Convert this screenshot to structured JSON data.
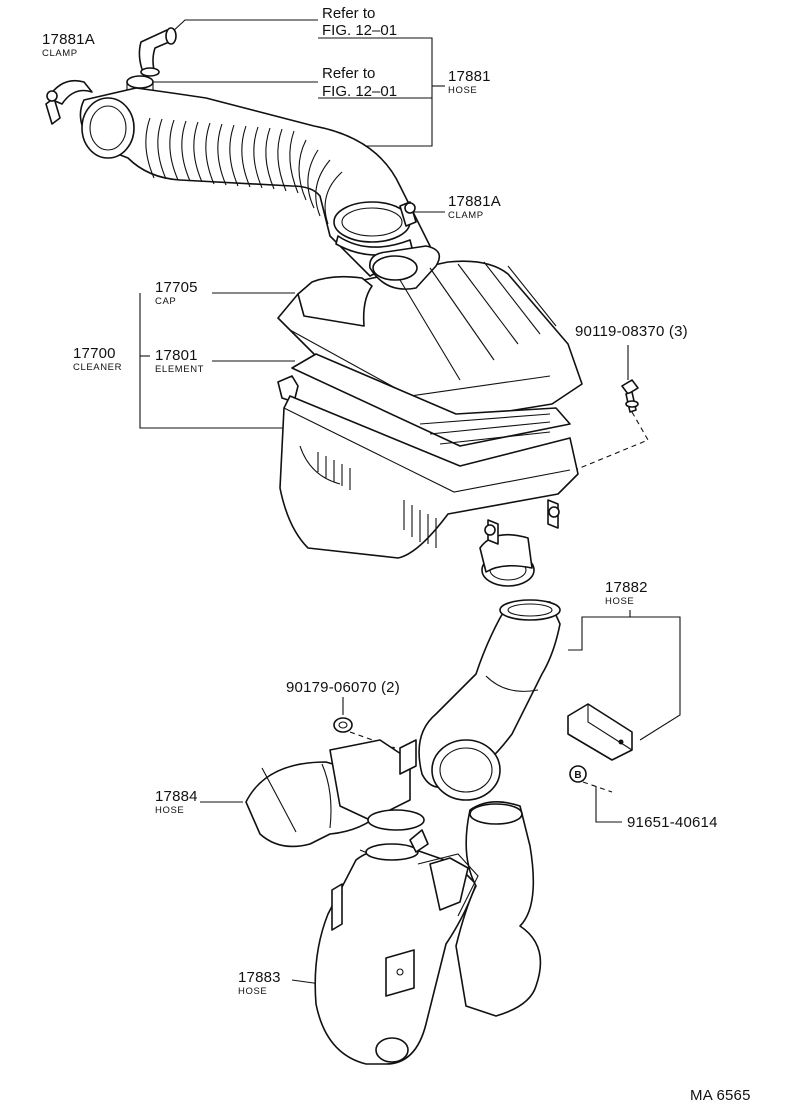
{
  "parts": {
    "clamp_left": {
      "number": "17881A",
      "name": "CLAMP"
    },
    "hose_17881": {
      "number": "17881",
      "name": "HOSE",
      "refs": [
        "Refer to FIG. 12-01",
        "Refer to FIG. 12-01"
      ],
      "ref_lines": [
        [
          "Refer to",
          "FIG. 12–01"
        ],
        [
          "Refer to",
          "FIG. 12–01"
        ]
      ]
    },
    "clamp_right": {
      "number": "17881A",
      "name": "CLAMP"
    },
    "cap": {
      "number": "17705",
      "name": "CAP"
    },
    "cleaner": {
      "number": "17700",
      "name": "CLEANER"
    },
    "element": {
      "number": "17801",
      "name": "ELEMENT"
    },
    "bolt": {
      "number": "90119-08370 (3)"
    },
    "hose_17882": {
      "number": "17882",
      "name": "HOSE"
    },
    "nut": {
      "number": "90179-06070 (2)"
    },
    "hose_17884": {
      "number": "17884",
      "name": "HOSE"
    },
    "bolt_b": {
      "number": "91651-40614",
      "marker": "B"
    },
    "hose_17883": {
      "number": "17883",
      "name": "HOSE"
    }
  },
  "figure_code": "MA 6565"
}
